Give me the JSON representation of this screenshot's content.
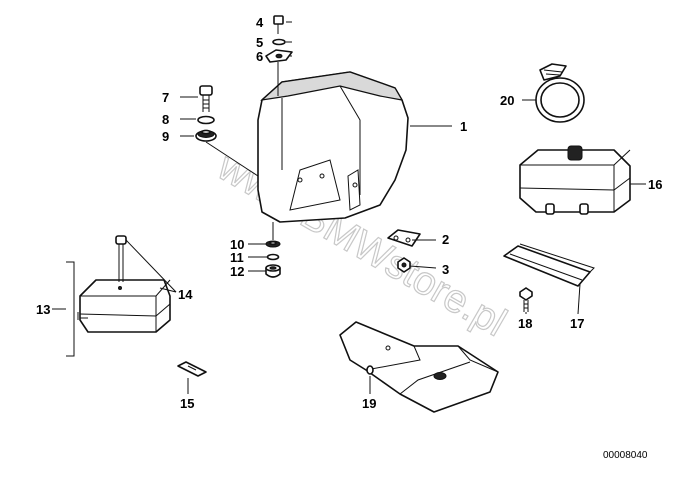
{
  "callouts": [
    {
      "id": "1",
      "label": "1"
    },
    {
      "id": "2",
      "label": "2"
    },
    {
      "id": "3",
      "label": "3"
    },
    {
      "id": "4",
      "label": "4"
    },
    {
      "id": "5",
      "label": "5"
    },
    {
      "id": "6",
      "label": "6"
    },
    {
      "id": "7",
      "label": "7"
    },
    {
      "id": "8",
      "label": "8"
    },
    {
      "id": "9",
      "label": "9"
    },
    {
      "id": "10",
      "label": "10"
    },
    {
      "id": "11",
      "label": "11"
    },
    {
      "id": "12",
      "label": "12"
    },
    {
      "id": "13",
      "label": "13"
    },
    {
      "id": "14",
      "label": "14"
    },
    {
      "id": "15",
      "label": "15"
    },
    {
      "id": "16",
      "label": "16"
    },
    {
      "id": "17",
      "label": "17"
    },
    {
      "id": "18",
      "label": "18"
    },
    {
      "id": "19",
      "label": "19"
    },
    {
      "id": "20",
      "label": "20"
    }
  ],
  "watermark": "www.BMWstore.pl",
  "document_number": "00008040",
  "colors": {
    "line": "#111111",
    "background": "#ffffff",
    "watermark": "#c8c8c8"
  }
}
